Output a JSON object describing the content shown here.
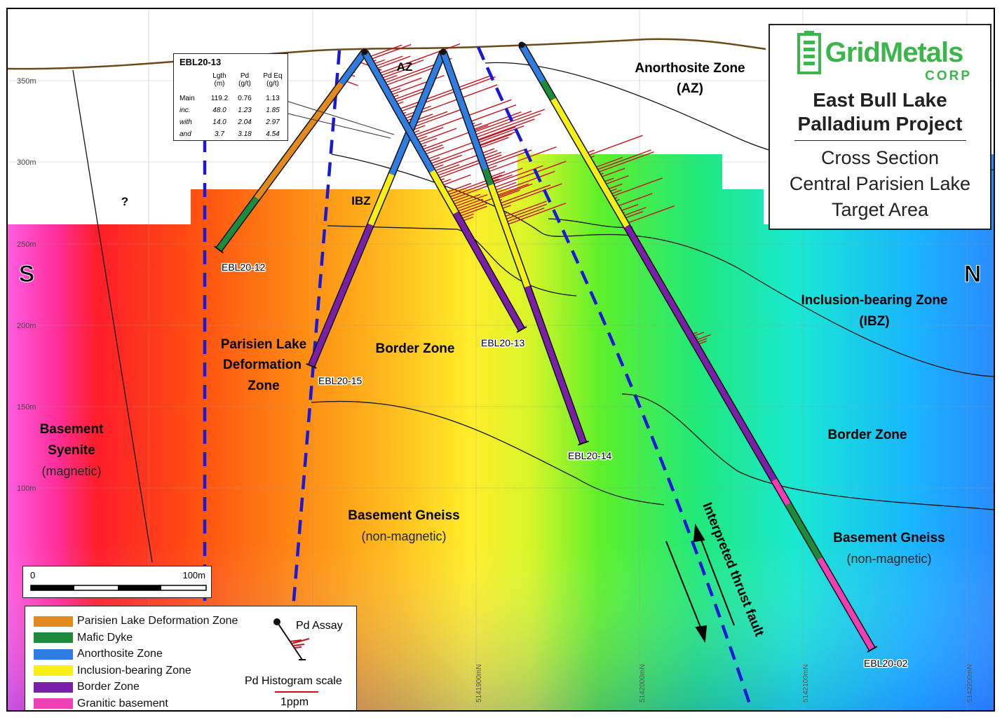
{
  "map": {
    "direction_south": "S",
    "direction_north": "N",
    "elevation_labels": [
      "350m",
      "300m",
      "250m",
      "200m",
      "150m",
      "100m"
    ],
    "northing_labels": [
      "5141900mN",
      "5142000mN",
      "5142100mN",
      "5142200mN"
    ],
    "unknown_mark": "?",
    "zones": {
      "anorthosite_zone": "Anorthosite Zone",
      "anorthosite_zone_abbr": "(AZ)",
      "az_short": "AZ",
      "ibz_short": "IBZ",
      "inclusion_bearing_zone": "Inclusion-bearing Zone",
      "inclusion_bearing_zone_abbr": "(IBZ)",
      "border_zone_center": "Border Zone",
      "border_zone_right": "Border Zone",
      "parisien_line1": "Parisien Lake",
      "parisien_line2": "Deformation",
      "parisien_line3": "Zone",
      "basement_syenite_line1": "Basement",
      "basement_syenite_line2": "Syenite",
      "basement_syenite_line3": "(magnetic)",
      "basement_gneiss_center_line1": "Basement Gneiss",
      "basement_gneiss_center_line2": "(non-magnetic)",
      "basement_gneiss_right_line1": "Basement Gneiss",
      "basement_gneiss_right_line2": "(non-magnetic)"
    },
    "fault_label": "Interpreted thrust fault",
    "drill_holes": [
      "EBL20-12",
      "EBL20-15",
      "EBL20-13",
      "EBL20-14",
      "EBL20-02"
    ]
  },
  "intercept_table": {
    "hole": "EBL20-13",
    "headers": [
      [
        "Lgth",
        "(m)"
      ],
      [
        "Pd",
        "(g/t)"
      ],
      [
        "Pd Eq",
        "(g/t)"
      ]
    ],
    "rows": [
      {
        "label": "Main",
        "lgth": "119.2",
        "pd": "0.76",
        "pdeq": "1.13"
      },
      {
        "label": "inc.",
        "lgth": "48.0",
        "pd": "1.23",
        "pdeq": "1.85"
      },
      {
        "label": "with",
        "lgth": "14.0",
        "pd": "2.04",
        "pdeq": "2.97"
      },
      {
        "label": "and",
        "lgth": "3.7",
        "pd": "3.18",
        "pdeq": "4.54"
      }
    ]
  },
  "title_box": {
    "logo_main": "GridMetals",
    "logo_sub": "CORP",
    "project_line1": "East Bull Lake",
    "project_line2": "Palladium Project",
    "subtitle_line1": "Cross Section",
    "subtitle_line2": "Central Parisien Lake",
    "subtitle_line3": "Target Area"
  },
  "scale_bar": {
    "start": "0",
    "end": "100m"
  },
  "legend": {
    "items": [
      {
        "label": "Parisien Lake Deformation Zone",
        "color": "#e38a1e"
      },
      {
        "label": "Mafic Dyke",
        "color": "#1e8a3c"
      },
      {
        "label": "Anorthosite Zone",
        "color": "#2f7de0"
      },
      {
        "label": "Inclusion-bearing Zone",
        "color": "#f7f017"
      },
      {
        "label": "Border Zone",
        "color": "#7a1fa8"
      },
      {
        "label": "Granitic basement",
        "color": "#ef3fb4"
      }
    ],
    "pd_assay_label": "Pd Assay",
    "histogram_scale_label": "Pd Histogram scale",
    "histogram_scale_value": "1ppm"
  },
  "colors": {
    "fault": "#1a1ad6",
    "assay": "#c8121b",
    "topography": "#6b4a1a",
    "logo_green": "#3cb54a"
  }
}
